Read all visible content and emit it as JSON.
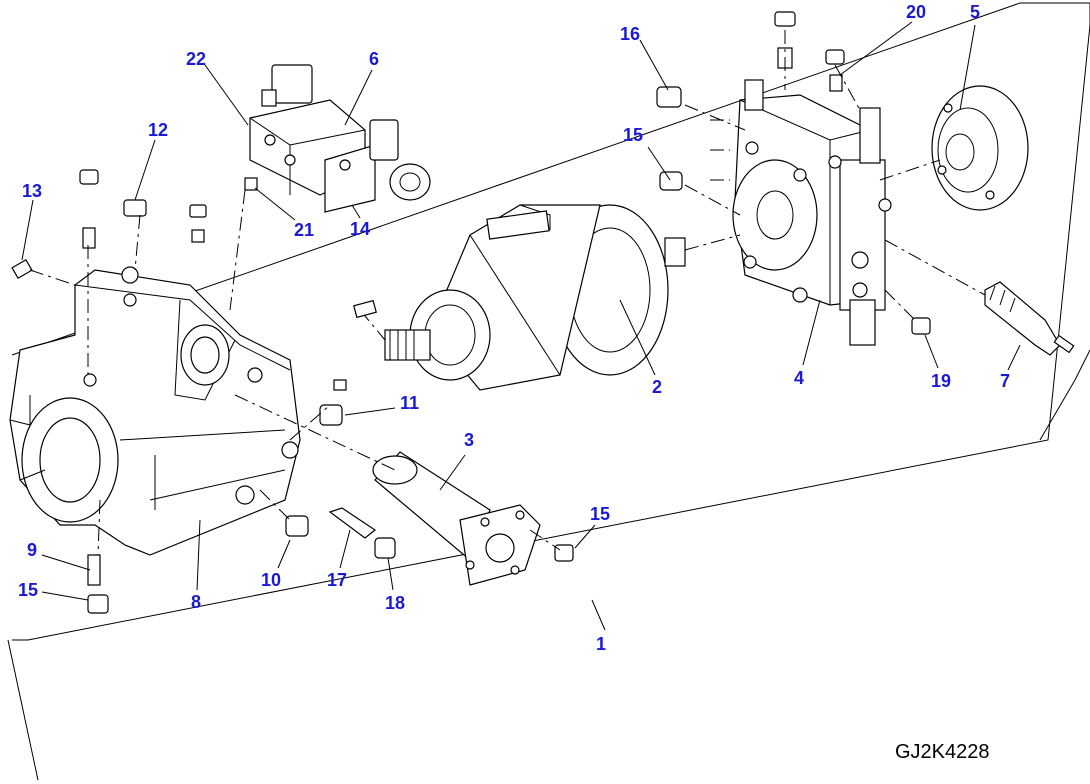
{
  "callouts": [
    {
      "key": "c1",
      "text": "1"
    },
    {
      "key": "c2",
      "text": "2"
    },
    {
      "key": "c3",
      "text": "3"
    },
    {
      "key": "c4",
      "text": "4"
    },
    {
      "key": "c5",
      "text": "5"
    },
    {
      "key": "c6",
      "text": "6"
    },
    {
      "key": "c7",
      "text": "7"
    },
    {
      "key": "c8",
      "text": "8"
    },
    {
      "key": "c9",
      "text": "9"
    },
    {
      "key": "c10",
      "text": "10"
    },
    {
      "key": "c11",
      "text": "11"
    },
    {
      "key": "c12",
      "text": "12"
    },
    {
      "key": "c13",
      "text": "13"
    },
    {
      "key": "c14",
      "text": "14"
    },
    {
      "key": "c15a",
      "text": "15"
    },
    {
      "key": "c15b",
      "text": "15"
    },
    {
      "key": "c15c",
      "text": "15"
    },
    {
      "key": "c16",
      "text": "16"
    },
    {
      "key": "c17",
      "text": "17"
    },
    {
      "key": "c18",
      "text": "18"
    },
    {
      "key": "c19",
      "text": "19"
    },
    {
      "key": "c20",
      "text": "20"
    },
    {
      "key": "c21",
      "text": "21"
    },
    {
      "key": "c22",
      "text": "22"
    }
  ],
  "drawing_code": "GJ2K4228",
  "colors": {
    "callout": "#1a1ad6",
    "line": "#000000",
    "background": "#ffffff"
  }
}
